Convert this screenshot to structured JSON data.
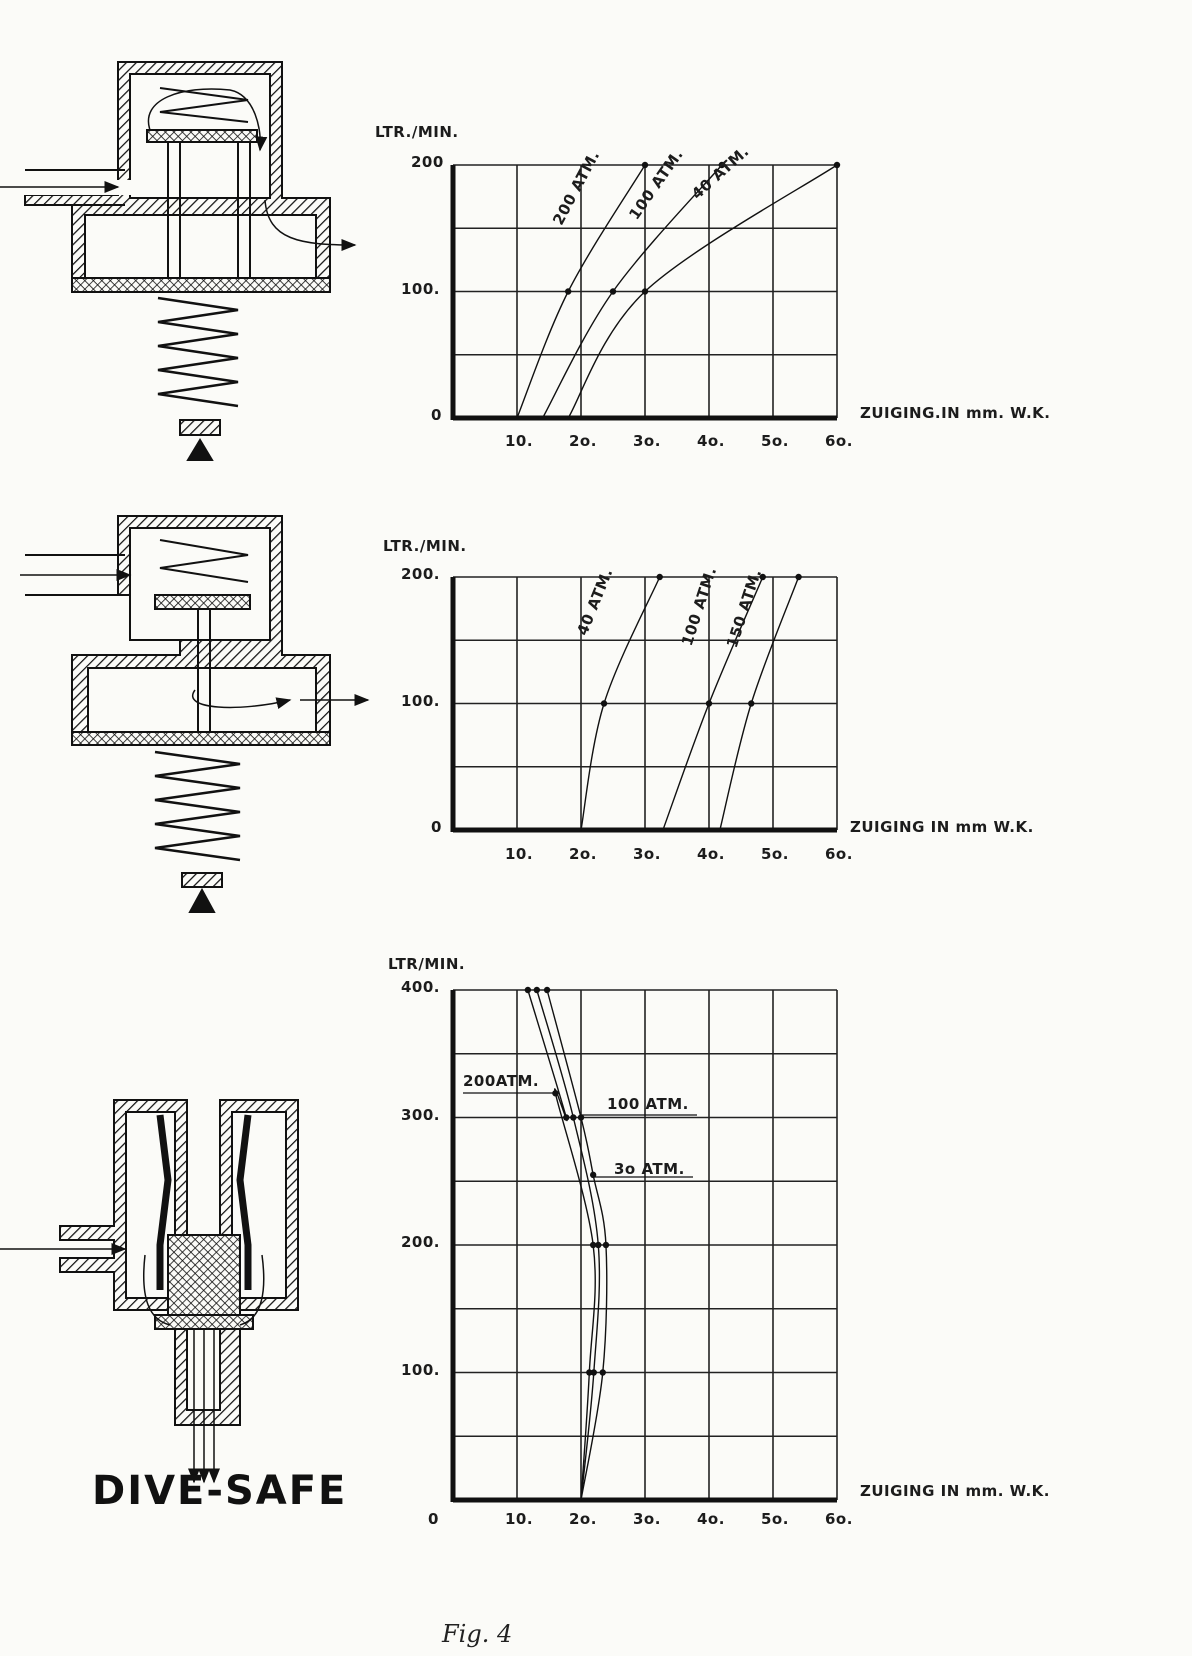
{
  "diagrams": {
    "brand_label": "DIVE-SAFE"
  },
  "caption": "Fig. 4",
  "chart_data": [
    {
      "type": "line",
      "ylabel": "LTR./MIN.",
      "xlabel": "ZUIGING.IN mm. W.K.",
      "xlim": [
        0,
        60
      ],
      "ylim": [
        0,
        200
      ],
      "x_ticks": [
        "10.",
        "2o.",
        "3o.",
        "4o.",
        "5o.",
        "6o."
      ],
      "x_tick_values": [
        10,
        20,
        30,
        40,
        50,
        60
      ],
      "y_ticks": [
        "0",
        "100.",
        "200"
      ],
      "y_tick_values": [
        0,
        100,
        200
      ],
      "grid": true,
      "grid_y_step": 50,
      "series": [
        {
          "name": "200 ATM.",
          "points": [
            [
              10,
              0
            ],
            [
              18,
              100
            ],
            [
              30,
              200
            ]
          ]
        },
        {
          "name": "100 ATM.",
          "points": [
            [
              14,
              0
            ],
            [
              25,
              100
            ],
            [
              42,
              200
            ]
          ]
        },
        {
          "name": "40 ATM.",
          "points": [
            [
              18,
              0
            ],
            [
              30,
              100
            ],
            [
              60,
              200
            ]
          ]
        }
      ]
    },
    {
      "type": "line",
      "ylabel": "LTR./MIN.",
      "xlabel": "ZUIGING IN mm W.K.",
      "xlim": [
        0,
        60
      ],
      "ylim": [
        0,
        200
      ],
      "x_ticks": [
        "10.",
        "2o.",
        "3o.",
        "4o.",
        "5o.",
        "6o."
      ],
      "x_tick_values": [
        10,
        20,
        30,
        40,
        50,
        60
      ],
      "y_ticks": [
        "0",
        "100.",
        "200."
      ],
      "y_tick_values": [
        0,
        100,
        200
      ],
      "grid": true,
      "grid_y_step": 50,
      "series": [
        {
          "name": "40 ATM.",
          "points": [
            [
              20,
              0
            ],
            [
              23.6,
              100
            ],
            [
              32.3,
              200
            ]
          ]
        },
        {
          "name": "100 ATM.",
          "points": [
            [
              32.8,
              0
            ],
            [
              40,
              100
            ],
            [
              48.4,
              200
            ]
          ]
        },
        {
          "name": "150 ATM.",
          "points": [
            [
              41.7,
              0
            ],
            [
              46.6,
              100
            ],
            [
              54,
              200
            ]
          ]
        }
      ]
    },
    {
      "type": "line",
      "ylabel": "LTR/MIN.",
      "xlabel": "ZUIGING IN mm. W.K.",
      "xlim": [
        0,
        60
      ],
      "ylim": [
        0,
        400
      ],
      "x_ticks": [
        "0",
        "10.",
        "2o.",
        "3o.",
        "4o.",
        "5o.",
        "6o."
      ],
      "x_tick_values": [
        0,
        10,
        20,
        30,
        40,
        50,
        60
      ],
      "y_ticks": [
        "100.",
        "200.",
        "300.",
        "400."
      ],
      "y_tick_values": [
        100,
        200,
        300,
        400
      ],
      "grid": true,
      "grid_y_step": 50,
      "series": [
        {
          "name": "200ATM.",
          "points": [
            [
              20,
              0
            ],
            [
              21.3,
              100
            ],
            [
              21.9,
              200
            ],
            [
              16,
              319
            ],
            [
              17.7,
              300
            ],
            [
              11.7,
              400
            ]
          ]
        },
        {
          "name": "100 ATM.",
          "points": [
            [
              20,
              0
            ],
            [
              22,
              100
            ],
            [
              22.7,
              200
            ],
            [
              18.8,
              300
            ],
            [
              13.1,
              400
            ]
          ]
        },
        {
          "name": "3o ATM.",
          "points": [
            [
              20,
              0
            ],
            [
              23.4,
              100
            ],
            [
              23.9,
              200
            ],
            [
              21.9,
              255
            ],
            [
              20,
              300
            ],
            [
              14.7,
              400
            ]
          ]
        }
      ]
    }
  ]
}
